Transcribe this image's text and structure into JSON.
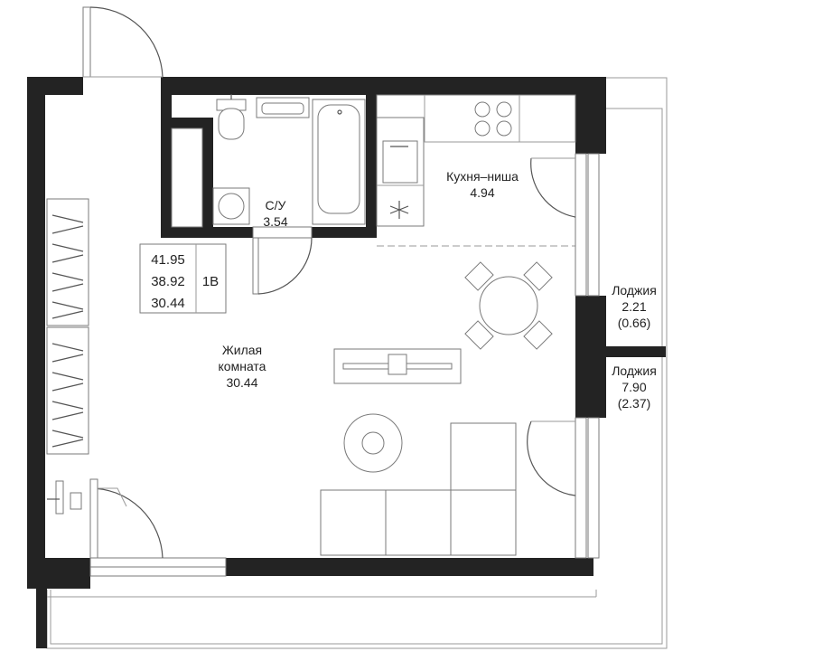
{
  "apartment": {
    "total_area": "41.95",
    "living_area": "38.92",
    "room_area": "30.44",
    "type": "1В"
  },
  "rooms": {
    "bathroom": {
      "name": "С/У",
      "area": "3.54"
    },
    "kitchen": {
      "name": "Кухня–ниша",
      "area": "4.94"
    },
    "living": {
      "name_line1": "Жилая",
      "name_line2": "комната",
      "area": "30.44"
    },
    "loggia1": {
      "name": "Лоджия",
      "area": "2.21",
      "reduced": "(0.66)"
    },
    "loggia2": {
      "name": "Лоджия",
      "area": "7.90",
      "reduced": "(2.37)"
    }
  },
  "colors": {
    "wall": "#232323",
    "line": "#9a9a9a",
    "background": "#ffffff"
  }
}
